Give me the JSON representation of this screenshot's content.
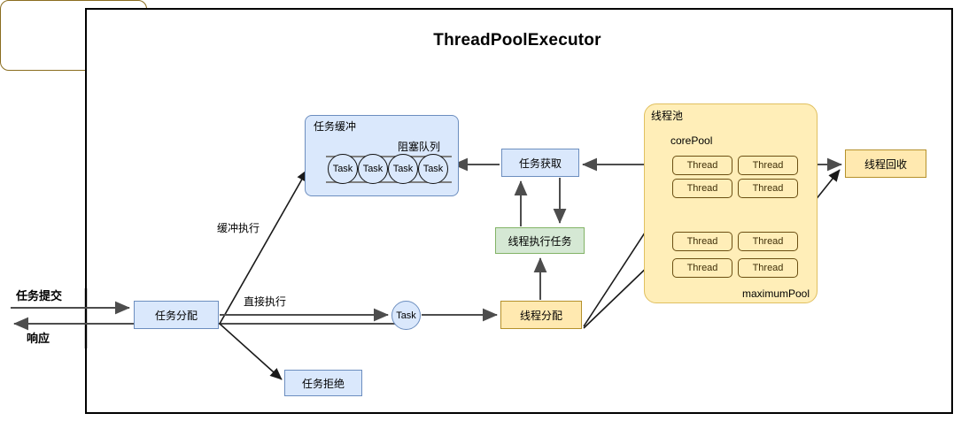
{
  "diagram": {
    "title": "ThreadPoolExecutor",
    "type": "flow-diagram",
    "frame_label": "ThreadPoolExecutor"
  },
  "left_flow": {
    "submit_label": "任务提交",
    "response_label": "响应",
    "allocate_box": "任务分配",
    "reject_box": "任务拒绝",
    "buffer_exec_edge": "缓冲执行",
    "direct_exec_edge": "直接执行"
  },
  "buffer": {
    "title": "任务缓冲",
    "queue_title": "阻塞队列",
    "tasks": [
      "Task",
      "Task",
      "Task",
      "Task"
    ]
  },
  "middle": {
    "task_node": "Task",
    "get_task": "任务获取",
    "exec_task": "线程执行任务",
    "thread_alloc": "线程分配"
  },
  "pool": {
    "title": "线程池",
    "core_title": "corePool",
    "max_title": "maximumPool",
    "core_threads": [
      "Thread",
      "Thread",
      "Thread",
      "Thread"
    ],
    "max_threads": [
      "Thread",
      "Thread",
      "Thread",
      "Thread"
    ]
  },
  "right": {
    "recycle": "线程回收"
  },
  "colors": {
    "blue_fill": "#dae8fc",
    "blue_stroke": "#6c8ebf",
    "amber_fill": "#ffe9b0",
    "amber_stroke": "#b5912b",
    "green_fill": "#d5e8d4",
    "green_stroke": "#82b366",
    "line": "#7f7f7f",
    "dark_line": "#2b2b2b",
    "frame": "#000000"
  }
}
